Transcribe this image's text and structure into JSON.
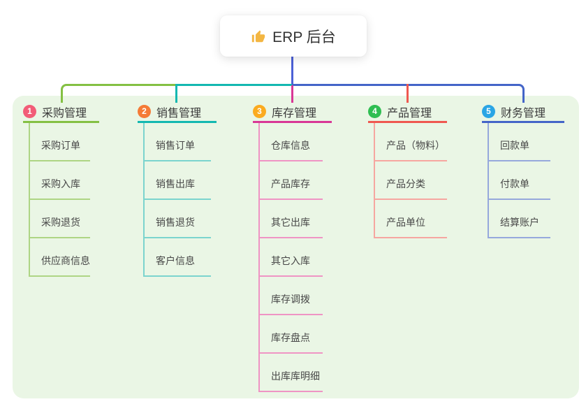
{
  "root": {
    "icon": "thumbs-up-icon",
    "label": "ERP 后台"
  },
  "panel": {
    "background": "#EAF6E5"
  },
  "colors": {
    "root_connector": "#4C61D6"
  },
  "branches": [
    {
      "badge": "1",
      "label": "采购管理",
      "badge_color": "#F25C77",
      "line_color": "#84C043",
      "child_line_color": "#AED584",
      "children": [
        "采购订单",
        "采购入库",
        "采购退货",
        "供应商信息"
      ]
    },
    {
      "badge": "2",
      "label": "销售管理",
      "badge_color": "#F57B36",
      "line_color": "#14B8B1",
      "child_line_color": "#7BD4CE",
      "children": [
        "销售订单",
        "销售出库",
        "销售退货",
        "客户信息"
      ]
    },
    {
      "badge": "3",
      "label": "库存管理",
      "badge_color": "#FBAB1F",
      "line_color": "#D93896",
      "child_line_color": "#EF94C4",
      "children": [
        "仓库信息",
        "产品库存",
        "其它出库",
        "其它入库",
        "库存调拨",
        "库存盘点",
        "出库库明细"
      ]
    },
    {
      "badge": "4",
      "label": "产品管理",
      "badge_color": "#2FBE52",
      "line_color": "#EF5850",
      "child_line_color": "#F6A6A0",
      "children": [
        "产品（物料）",
        "产品分类",
        "产品单位"
      ]
    },
    {
      "badge": "5",
      "label": "财务管理",
      "badge_color": "#2AA5E5",
      "line_color": "#4465C8",
      "child_line_color": "#96A8DC",
      "children": [
        "回款单",
        "付款单",
        "结算账户"
      ]
    }
  ]
}
